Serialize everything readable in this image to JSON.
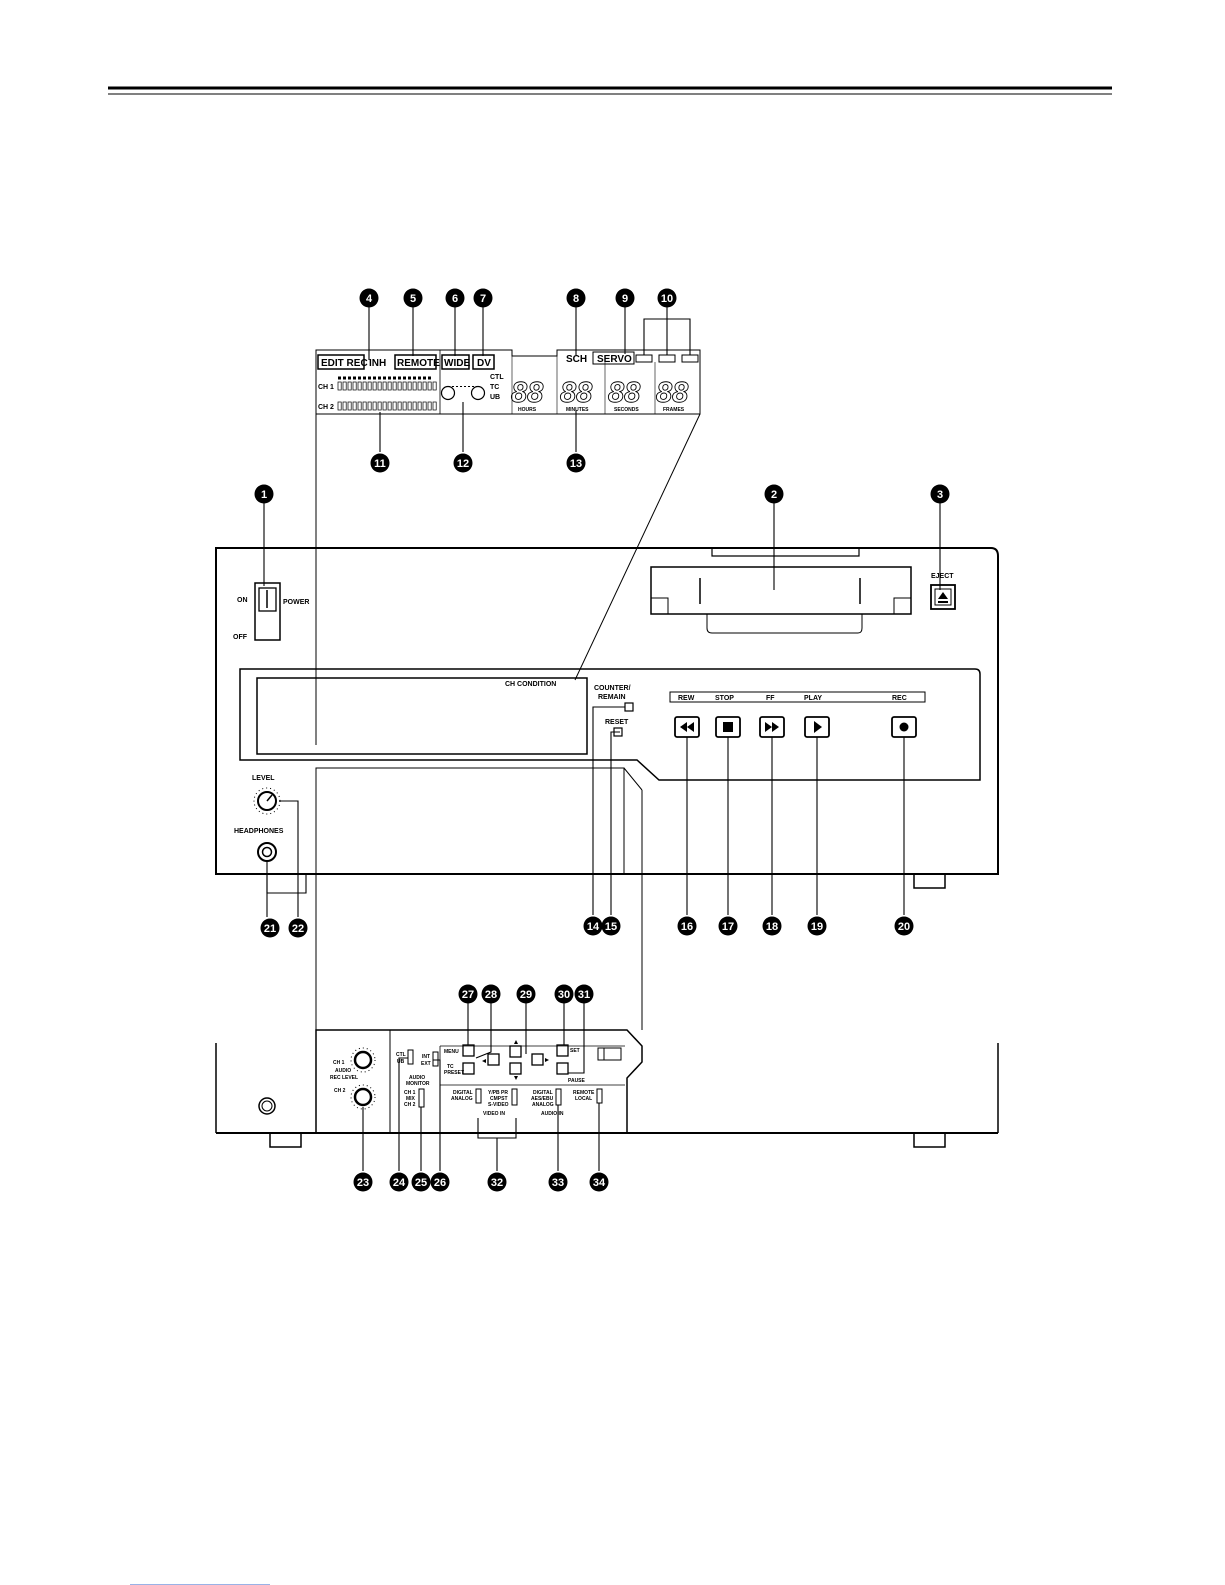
{
  "display": {
    "edit_rec": "EDIT REC",
    "inh": "INH",
    "remote": "REMOTE",
    "wide": "WIDE",
    "dv": "DV",
    "sch": "SCH",
    "servo": "SERVO",
    "ctl": "CTL",
    "tc": "TC",
    "ub": "UB",
    "ch1": "CH 1",
    "ch2": "CH 2",
    "segment_digits": "88",
    "hours": "HOURS",
    "minutes": "MINUTES",
    "seconds": "SECONDS",
    "frames": "FRAMES"
  },
  "front_panel": {
    "on": "ON",
    "power": "POWER",
    "off": "OFF",
    "eject": "EJECT",
    "ch_condition": "CH CONDITION",
    "counter_remain": [
      "COUNTER/",
      "REMAIN"
    ],
    "reset": "RESET",
    "rew": "REW",
    "stop": "STOP",
    "ff": "FF",
    "play": "PLAY",
    "rec": "REC",
    "level": "LEVEL",
    "headphones": "HEADPHONES"
  },
  "sub_panel": {
    "ch1": "CH 1",
    "ch2": "CH 2",
    "audio_rec_level": [
      "AUDIO",
      "REC LEVEL"
    ],
    "ctl_ub": [
      "CTL",
      "UB"
    ],
    "int_ext": [
      "INT",
      "EXT"
    ],
    "audio_monitor": [
      "AUDIO",
      "MONITOR"
    ],
    "monitor_options": [
      "CH 1",
      "MIX",
      "CH 2"
    ],
    "menu": "MENU",
    "tc_preset": [
      "TC",
      "PRESET"
    ],
    "set": "SET",
    "pause": "PAUSE",
    "digital_analog": [
      "DIGITAL",
      "ANALOG"
    ],
    "video_in_sel": [
      "Y/PB PR",
      "CMPST",
      "S-VIDEO"
    ],
    "video_in": "VIDEO IN",
    "audio_in_sel": [
      "DIGITAL",
      "AES/EBU",
      "ANALOG"
    ],
    "audio_in": "AUDIO IN",
    "remote_local": [
      "REMOTE",
      "LOCAL"
    ]
  },
  "callouts": [
    "1",
    "2",
    "3",
    "4",
    "5",
    "6",
    "7",
    "8",
    "9",
    "10",
    "11",
    "12",
    "13",
    "14",
    "15",
    "16",
    "17",
    "18",
    "19",
    "20",
    "21",
    "22",
    "23",
    "24",
    "25",
    "26",
    "27",
    "28",
    "29",
    "30",
    "31",
    "32",
    "33",
    "34"
  ]
}
